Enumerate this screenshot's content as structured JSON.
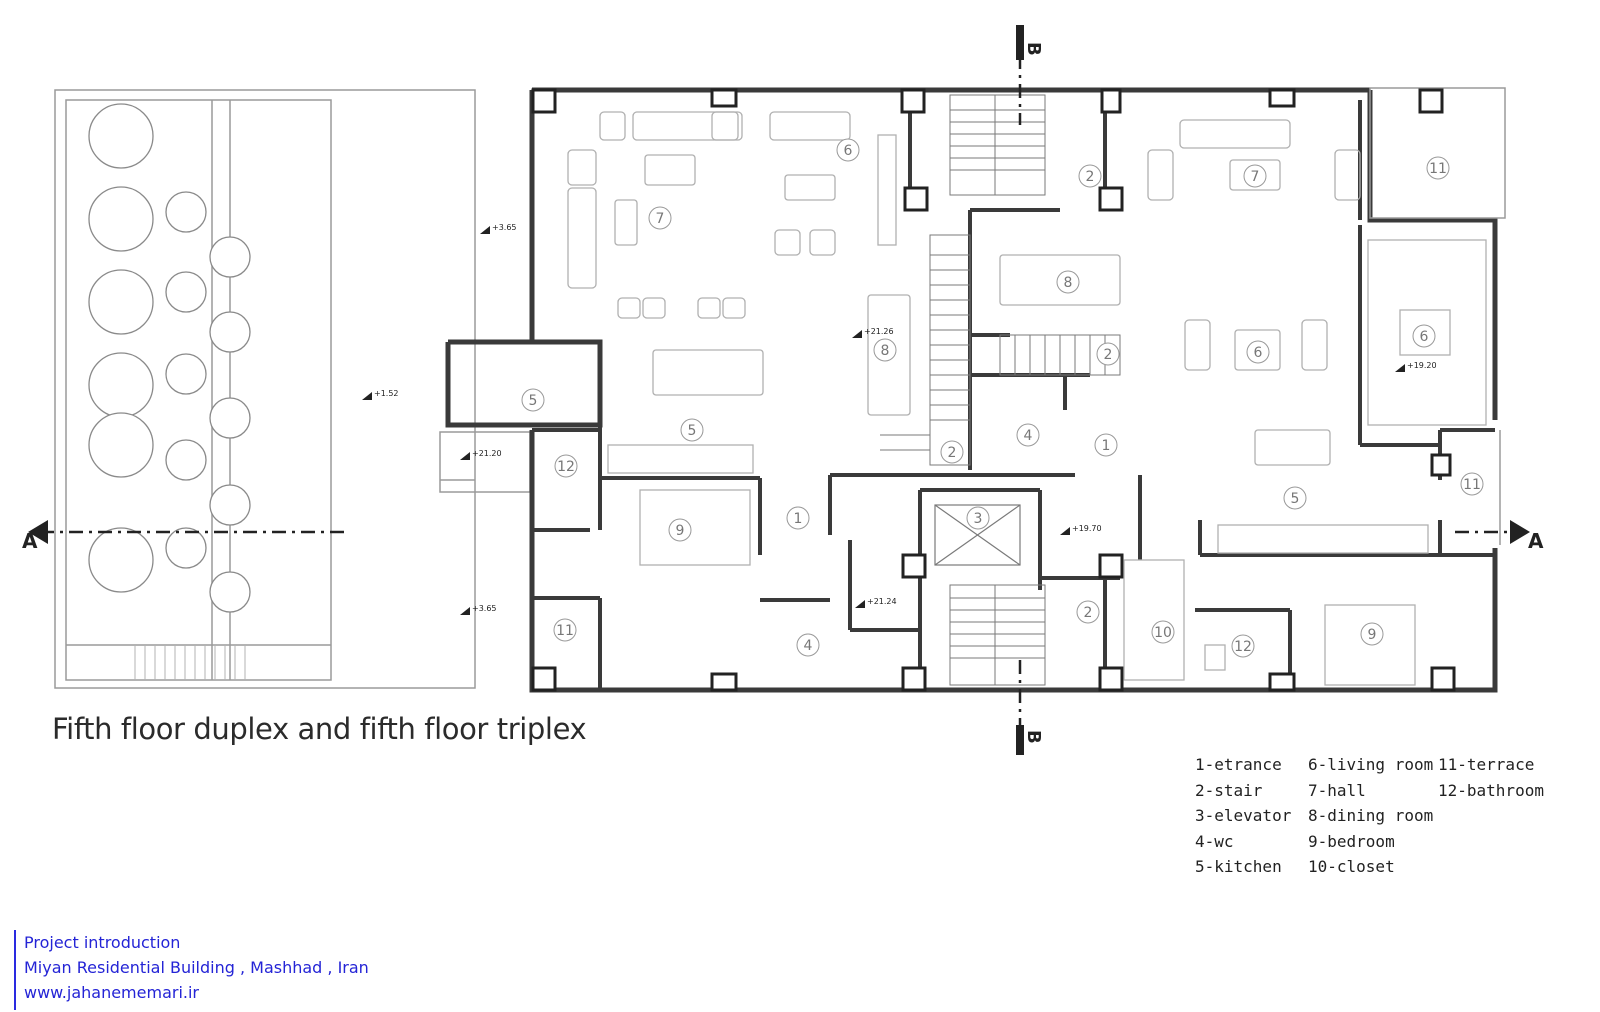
{
  "title": "Fifth floor duplex and fifth floor triplex",
  "section_marks": {
    "a": "A",
    "b": "B"
  },
  "legend": {
    "col1": [
      "1-etrance",
      "2-stair",
      "3-elevator",
      "4-wc",
      "5-kitchen"
    ],
    "col2": [
      "6-living room",
      "7-hall",
      "8-dining room",
      "9-bedroom",
      "10-closet"
    ],
    "col3": [
      "11-terrace",
      "12-bathroom"
    ]
  },
  "levels": [
    "+3.65",
    "+21.26",
    "+1.52",
    "+21.20",
    "+3.65",
    "+19.70",
    "+21.24",
    "+19.20"
  ],
  "rooms": [
    "6",
    "7",
    "8",
    "5",
    "9",
    "12",
    "11",
    "4",
    "1",
    "2",
    "3",
    "2",
    "4",
    "1",
    "2",
    "10",
    "12",
    "9",
    "5",
    "6",
    "6",
    "7",
    "8",
    "11",
    "11",
    "5",
    "2"
  ],
  "credits": {
    "line1": "Project introduction",
    "line2": "Miyan Residential Building , Mashhad , Iran",
    "line3": "www.jahanememari.ir"
  }
}
